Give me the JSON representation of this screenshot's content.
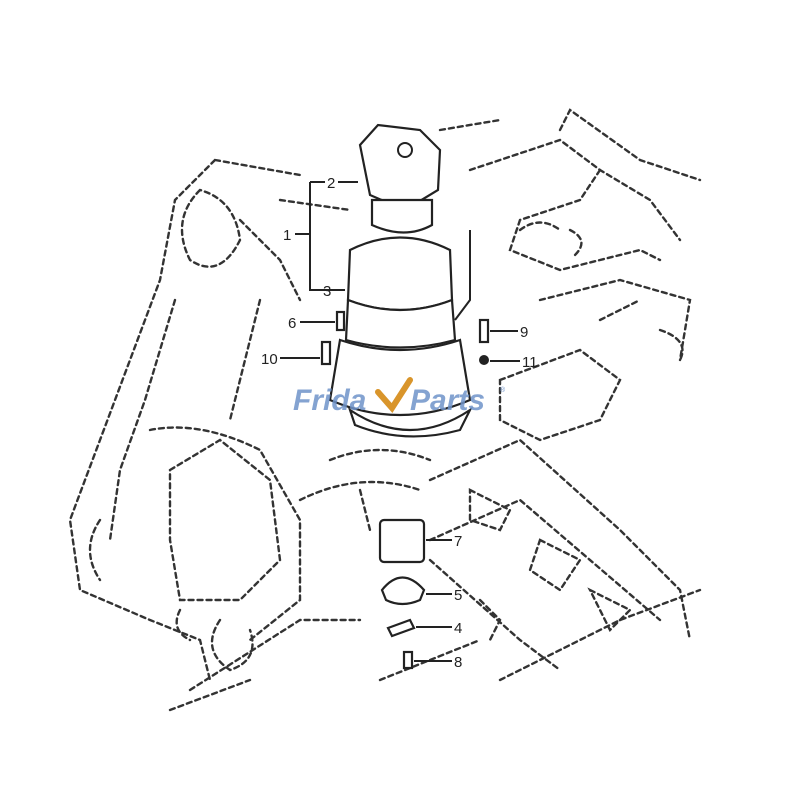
{
  "diagram": {
    "callouts": [
      {
        "id": "1",
        "label": "1"
      },
      {
        "id": "2",
        "label": "2"
      },
      {
        "id": "3",
        "label": "3"
      },
      {
        "id": "4",
        "label": "4"
      },
      {
        "id": "5",
        "label": "5"
      },
      {
        "id": "6",
        "label": "6"
      },
      {
        "id": "7",
        "label": "7"
      },
      {
        "id": "8",
        "label": "8"
      },
      {
        "id": "9",
        "label": "9"
      },
      {
        "id": "10",
        "label": "10"
      },
      {
        "id": "11",
        "label": "11"
      }
    ]
  },
  "watermark": {
    "text_left": "Frida",
    "text_right": "Parts",
    "registered": "®",
    "brand_color": "#6f93c9",
    "check_color": "#d9952b"
  }
}
